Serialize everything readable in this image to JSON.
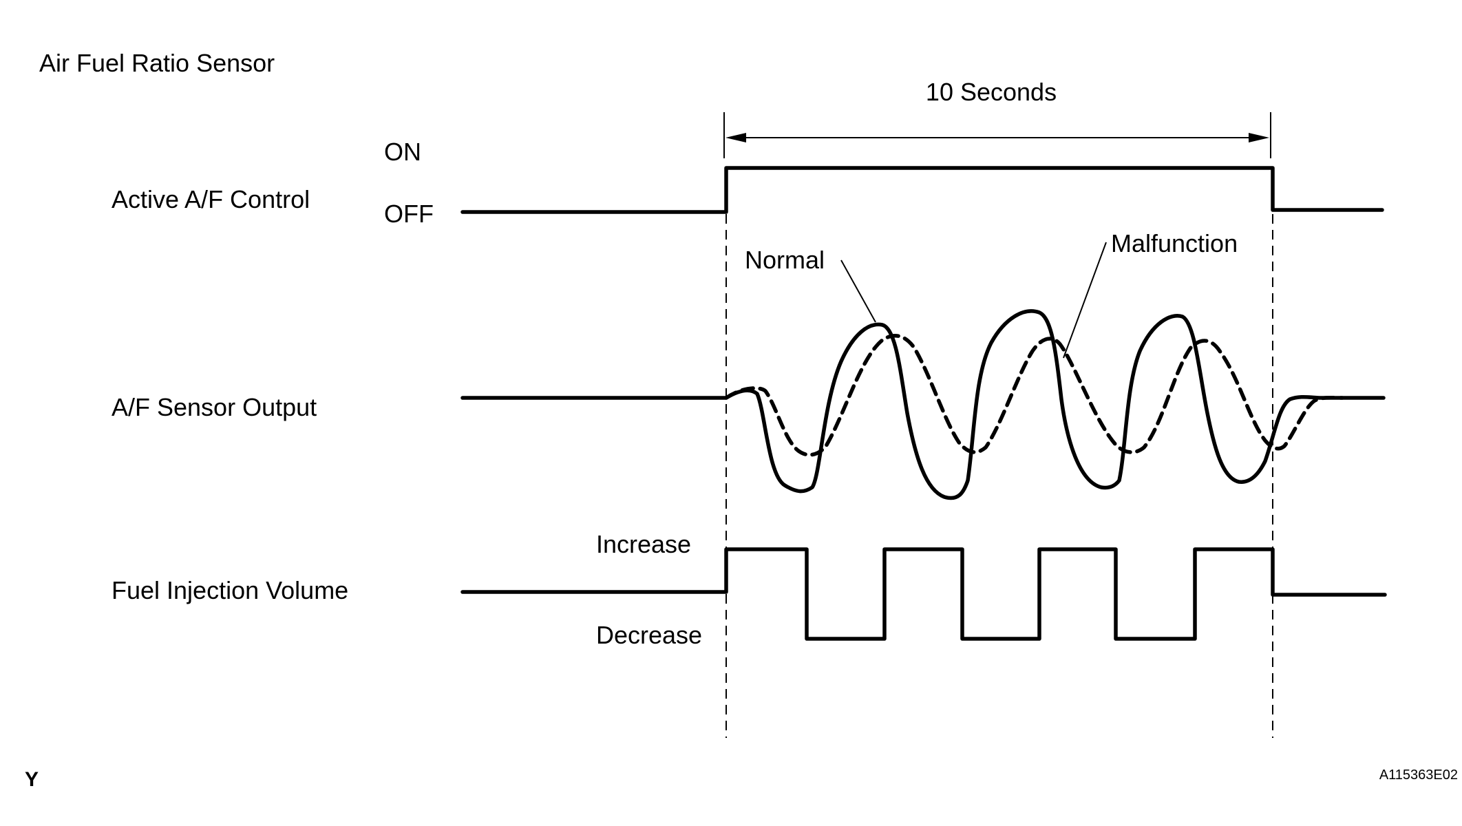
{
  "title": "Air Fuel Ratio Sensor",
  "duration_label": "10 Seconds",
  "signals": {
    "active_af_control": {
      "label": "Active A/F Control",
      "on_label": "ON",
      "off_label": "OFF"
    },
    "af_sensor_output": {
      "label": "A/F Sensor Output",
      "normal_label": "Normal",
      "malfunction_label": "Malfunction"
    },
    "fuel_injection_volume": {
      "label": "Fuel Injection Volume",
      "increase_label": "Increase",
      "decrease_label": "Decrease"
    }
  },
  "corner_mark": "Y",
  "figure_id": "A115363E02"
}
